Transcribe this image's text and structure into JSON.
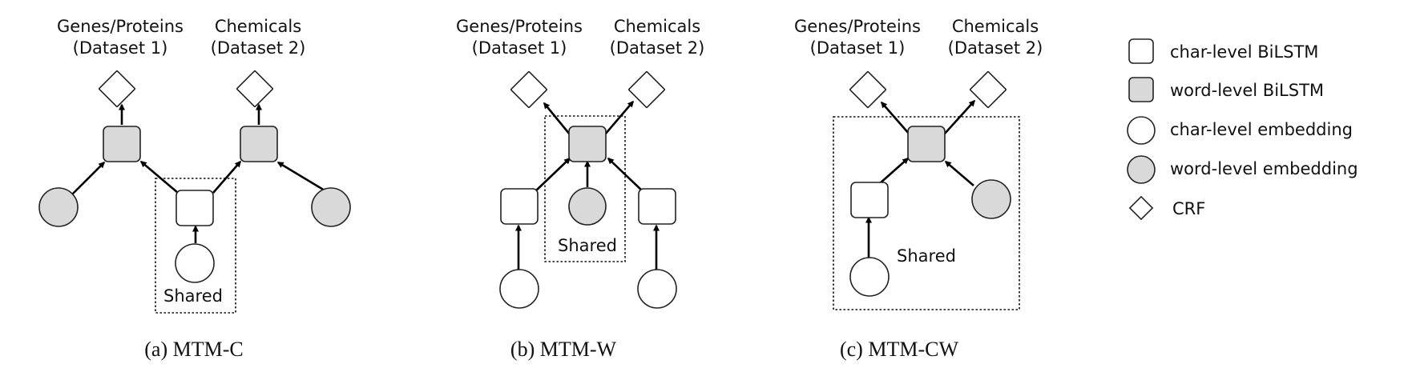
{
  "labels": {
    "genes_line1": "Genes/Proteins",
    "genes_line2": "(Dataset 1)",
    "chem_line1": "Chemicals",
    "chem_line2": "(Dataset 2)",
    "shared": "Shared"
  },
  "captions": {
    "a": "(a) MTM-C",
    "b": "(b) MTM-W",
    "c": "(c) MTM-CW"
  },
  "legend": {
    "char_bilstm": "char-level BiLSTM",
    "word_bilstm": "word-level BiLSTM",
    "char_embedding": "char-level embedding",
    "word_embedding": "word-level embedding",
    "crf": "CRF"
  },
  "colors": {
    "shared_node_fill": "#d9d9d9",
    "plain_node_fill": "#ffffff",
    "stroke": "#222222"
  }
}
